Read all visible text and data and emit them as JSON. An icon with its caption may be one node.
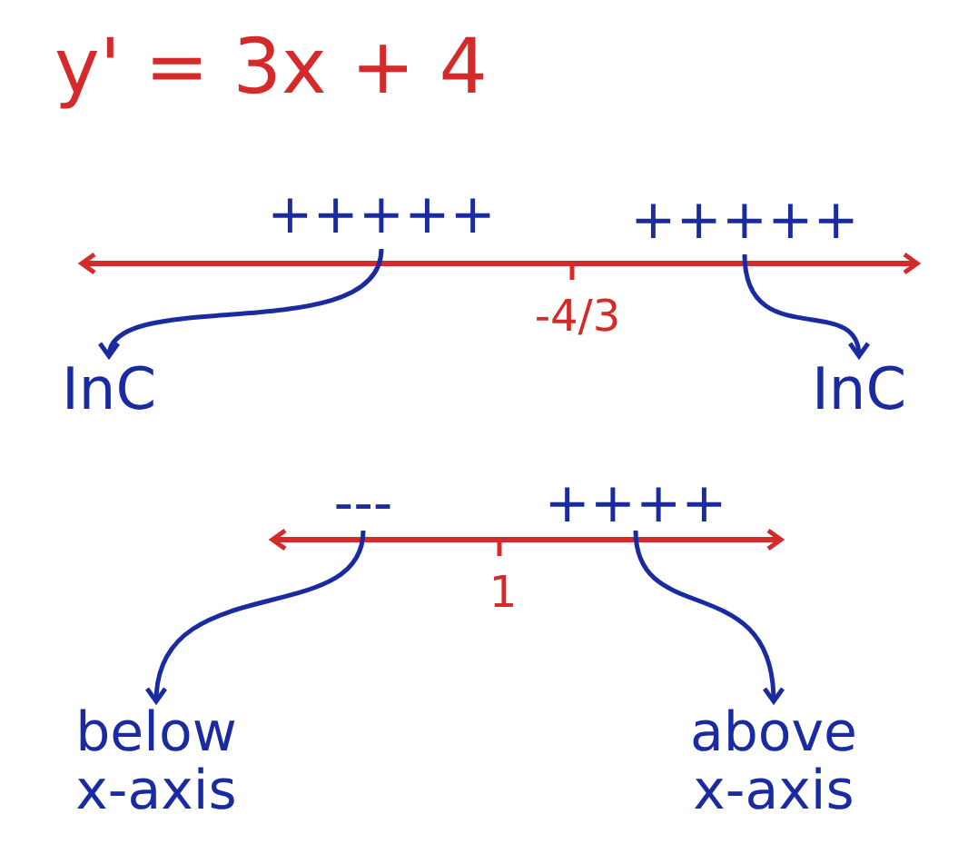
{
  "diagram": {
    "title": "y' = 3x + 4",
    "nodes": [
      {
        "text": [
          "+++++"
        ]
      },
      {
        "text": [
          "+++++"
        ]
      },
      {
        "text": [
          "InC"
        ]
      },
      {
        "text": [
          "InC"
        ]
      },
      {
        "text": [
          "---"
        ]
      },
      {
        "text": [
          "++++"
        ]
      },
      {
        "text": [
          "below x-axis"
        ]
      },
      {
        "text": [
          "above x-axis"
        ]
      }
    ],
    "edges": [
      {
        "from": 0,
        "to": 2,
        "arrow": "to"
      },
      {
        "from": 1,
        "to": 3,
        "arrow": "to"
      },
      {
        "from": 4,
        "to": 6,
        "arrow": "to"
      },
      {
        "from": 5,
        "to": 7,
        "arrow": "to"
      }
    ],
    "labels": [
      "-4/3",
      "1"
    ]
  }
}
